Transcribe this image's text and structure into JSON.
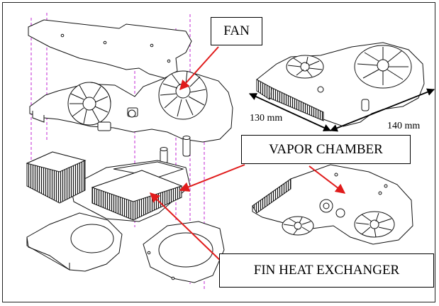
{
  "labels": {
    "fan": "FAN",
    "vapor_chamber": "VAPOR CHAMBER",
    "fin_heat_exchanger": "FIN HEAT EXCHANGER"
  },
  "dimensions": {
    "depth": "130 mm",
    "width": "140 mm"
  },
  "colors": {
    "arrow": "#e01b1b",
    "guide_line": "#c026d3",
    "line_art": "#111111"
  },
  "icons": [
    "fan-icon",
    "heat-sink-fins-icon",
    "heat-pipe-icon",
    "vapor-chamber-plate-icon"
  ]
}
